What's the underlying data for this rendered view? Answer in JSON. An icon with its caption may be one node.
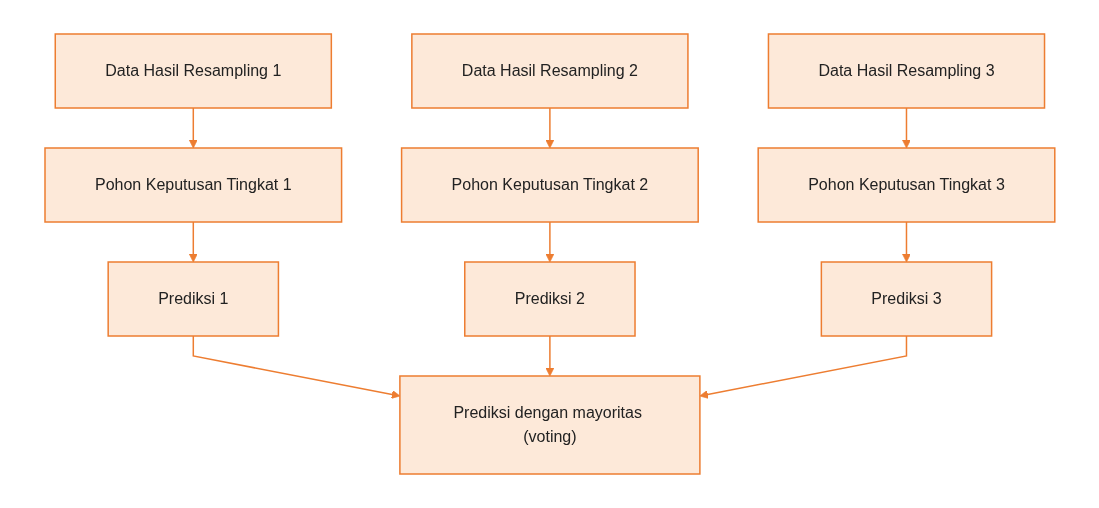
{
  "diagram": {
    "nodes": [
      {
        "text": [
          "Data Hasil Resampling 1"
        ]
      },
      {
        "text": [
          "Data Hasil Resampling 2"
        ]
      },
      {
        "text": [
          "Data Hasil Resampling 3"
        ]
      },
      {
        "text": [
          "Pohon Keputusan Tingkat 1"
        ]
      },
      {
        "text": [
          "Pohon Keputusan Tingkat 2"
        ]
      },
      {
        "text": [
          "Pohon Keputusan Tingkat 3"
        ]
      },
      {
        "text": [
          "Prediksi 1"
        ]
      },
      {
        "text": [
          "Prediksi 2"
        ]
      },
      {
        "text": [
          "Prediksi 3"
        ]
      },
      {
        "text": [
          "Prediksi dengan mayoritas (voting)"
        ]
      }
    ],
    "edges": [
      {
        "from": 0,
        "to": 3,
        "arrow": "to"
      },
      {
        "from": 1,
        "to": 4,
        "arrow": "to"
      },
      {
        "from": 2,
        "to": 5,
        "arrow": "to"
      },
      {
        "from": 3,
        "to": 6,
        "arrow": "to"
      },
      {
        "from": 4,
        "to": 7,
        "arrow": "to"
      },
      {
        "from": 5,
        "to": 8,
        "arrow": "to"
      },
      {
        "from": 6,
        "to": 9,
        "arrow": "to"
      },
      {
        "from": 7,
        "to": 9,
        "arrow": "to"
      },
      {
        "from": 8,
        "to": 9,
        "arrow": "to"
      }
    ]
  }
}
